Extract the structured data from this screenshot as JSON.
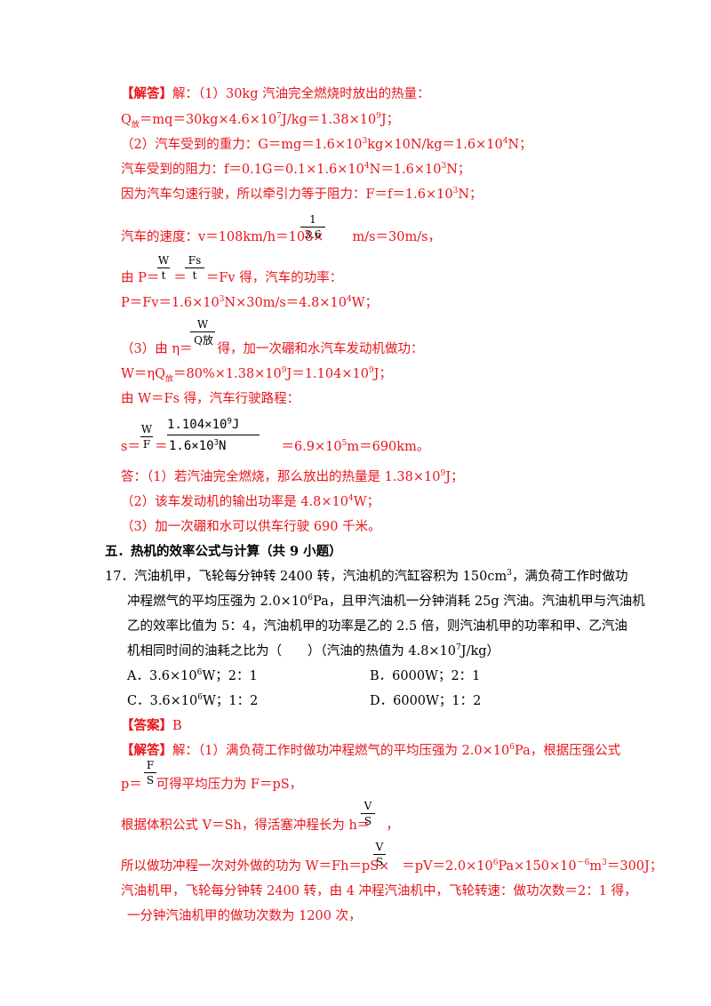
{
  "solution1": {
    "l1_tag": "【解答】",
    "l1": "解：（1）30kg 汽油完全燃烧时放出的热量：",
    "l2a": "Q",
    "l2sub": "放",
    "l2b": "＝mq＝30kg×4.6×10",
    "l2sup1": "7",
    "l2c": "J/kg＝1.38×10",
    "l2sup2": "9",
    "l2d": "J；",
    "l3a": "（2）汽车受到的重力：G＝mg＝1.6×10",
    "l3sup1": "3",
    "l3b": "kg×10N/kg＝1.6×10",
    "l3sup2": "4",
    "l3c": "N；",
    "l4a": "汽车受到的阻力：f＝0.1G＝0.1×1.6×10",
    "l4sup1": "4",
    "l4b": "N＝1.6×10",
    "l4sup2": "3",
    "l4c": "N；",
    "l5a": "因为汽车匀速行驶，所以牵引力等于阻力：F＝f＝1.6×10",
    "l5sup": "3",
    "l5b": "N；",
    "l6a": "汽车的速度：v＝108km/h＝108×",
    "l6num": "1",
    "l6den": "3.6",
    "l6b": "m/s＝30m/s，",
    "l7a": "由 P＝",
    "l7n1": "W",
    "l7d1": "t",
    "l7eq": "＝",
    "l7n2": "Fs",
    "l7d2": "t",
    "l7b": "＝Fv 得，汽车的功率：",
    "l8a": "P＝Fv＝1.6×10",
    "l8sup1": "3",
    "l8b": "N×30m/s＝4.8×10",
    "l8sup2": "4",
    "l8c": "W；",
    "l9a": "（3）由 η＝",
    "l9num": "W",
    "l9den": "Q放",
    "l9b": "得，加一次硼和水汽车发动机做功：",
    "l10a": "W＝ηQ",
    "l10sub": "放",
    "l10b": "＝80%×1.38×10",
    "l10sup1": "9",
    "l10c": "J＝1.104×10",
    "l10sup2": "9",
    "l10d": "J；",
    "l11": "由 W＝Fs 得，汽车行驶路程：",
    "l12a": "s＝",
    "l12n1": "W",
    "l12d1": "F",
    "l12eq": "＝",
    "l12num": "1.104×10",
    "l12numsup": "9",
    "l12numunit": "J",
    "l12den": "1.6×10",
    "l12densup": "3",
    "l12denunit": "N",
    "l12b": "＝6.9×10",
    "l12sup": "5",
    "l12c": "m＝690km。",
    "ans1a": "答：（1）若汽油完全燃烧，那么放出的热量是 1.38×10",
    "ans1sup": "9",
    "ans1b": "J；",
    "ans2a": "（2）该车发动机的输出功率是 4.8×10",
    "ans2sup": "4",
    "ans2b": "W；",
    "ans3": "（3）加一次硼和水可以供车行驶 690 千米。"
  },
  "section": {
    "title": "五．热机的效率公式与计算（共 9 小题）"
  },
  "question17": {
    "q1a": "17．汽油机甲，飞轮每分钟转 2400 转，汽油机的汽缸容积为 150cm",
    "q1sup": "3",
    "q1b": "，满负荷工作时做功",
    "q2a": "冲程燃气的平均压强为 2.0×10",
    "q2sup": "6",
    "q2b": "Pa，且甲汽油机一分钟消耗 25g 汽油。汽油机甲与汽油机",
    "q3": "乙的效率比值为 5：4，汽油机甲的功率是乙的 2.5 倍，则汽油机甲的功率和甲、乙汽油",
    "q4a": "机相同时间的油耗之比为（　　）（汽油的热值为 4.8×10",
    "q4sup": "7",
    "q4b": "J/kg）",
    "optA_a": "A．3.6×10",
    "optA_sup": "6",
    "optA_b": "W；2：1",
    "optB": "B．6000W；2：1",
    "optC_a": "C．3.6×10",
    "optC_sup": "6",
    "optC_b": "W；1：2",
    "optD": "D．6000W；1：2",
    "answer_tag": "【答案】",
    "answer": "B"
  },
  "solution2": {
    "s1_tag": "【解答】",
    "s1a": "解：（1）满负荷工作时做功冲程燃气的平均压强为 2.0×10",
    "s1sup": "6",
    "s1b": "Pa，根据压强公式",
    "s2a": "p＝",
    "s2num": "F",
    "s2den": "S",
    "s2b": "可得平均压力为 F＝pS，",
    "s3a": "根据体积公式 V＝Sh，得活塞冲程长为 h＝",
    "s3num": "V",
    "s3den": "S",
    "s3b": "，",
    "s4a": "所以做功冲程一次对外做的功为 W＝Fh＝pS×",
    "s4num": "V",
    "s4den": "S",
    "s4b": "＝pV＝2.0×10",
    "s4sup1": "6",
    "s4c": "Pa×150×10",
    "s4sup2": "－6",
    "s4d": "m",
    "s4sup3": "3",
    "s4e": "＝300J；",
    "s5": "汽油机甲，飞轮每分钟转 2400 转，由 4 冲程汽油机中，飞轮转速：做功次数＝2：1 得，",
    "s6": "一分钟汽油机甲的做功次数为 1200 次，"
  }
}
